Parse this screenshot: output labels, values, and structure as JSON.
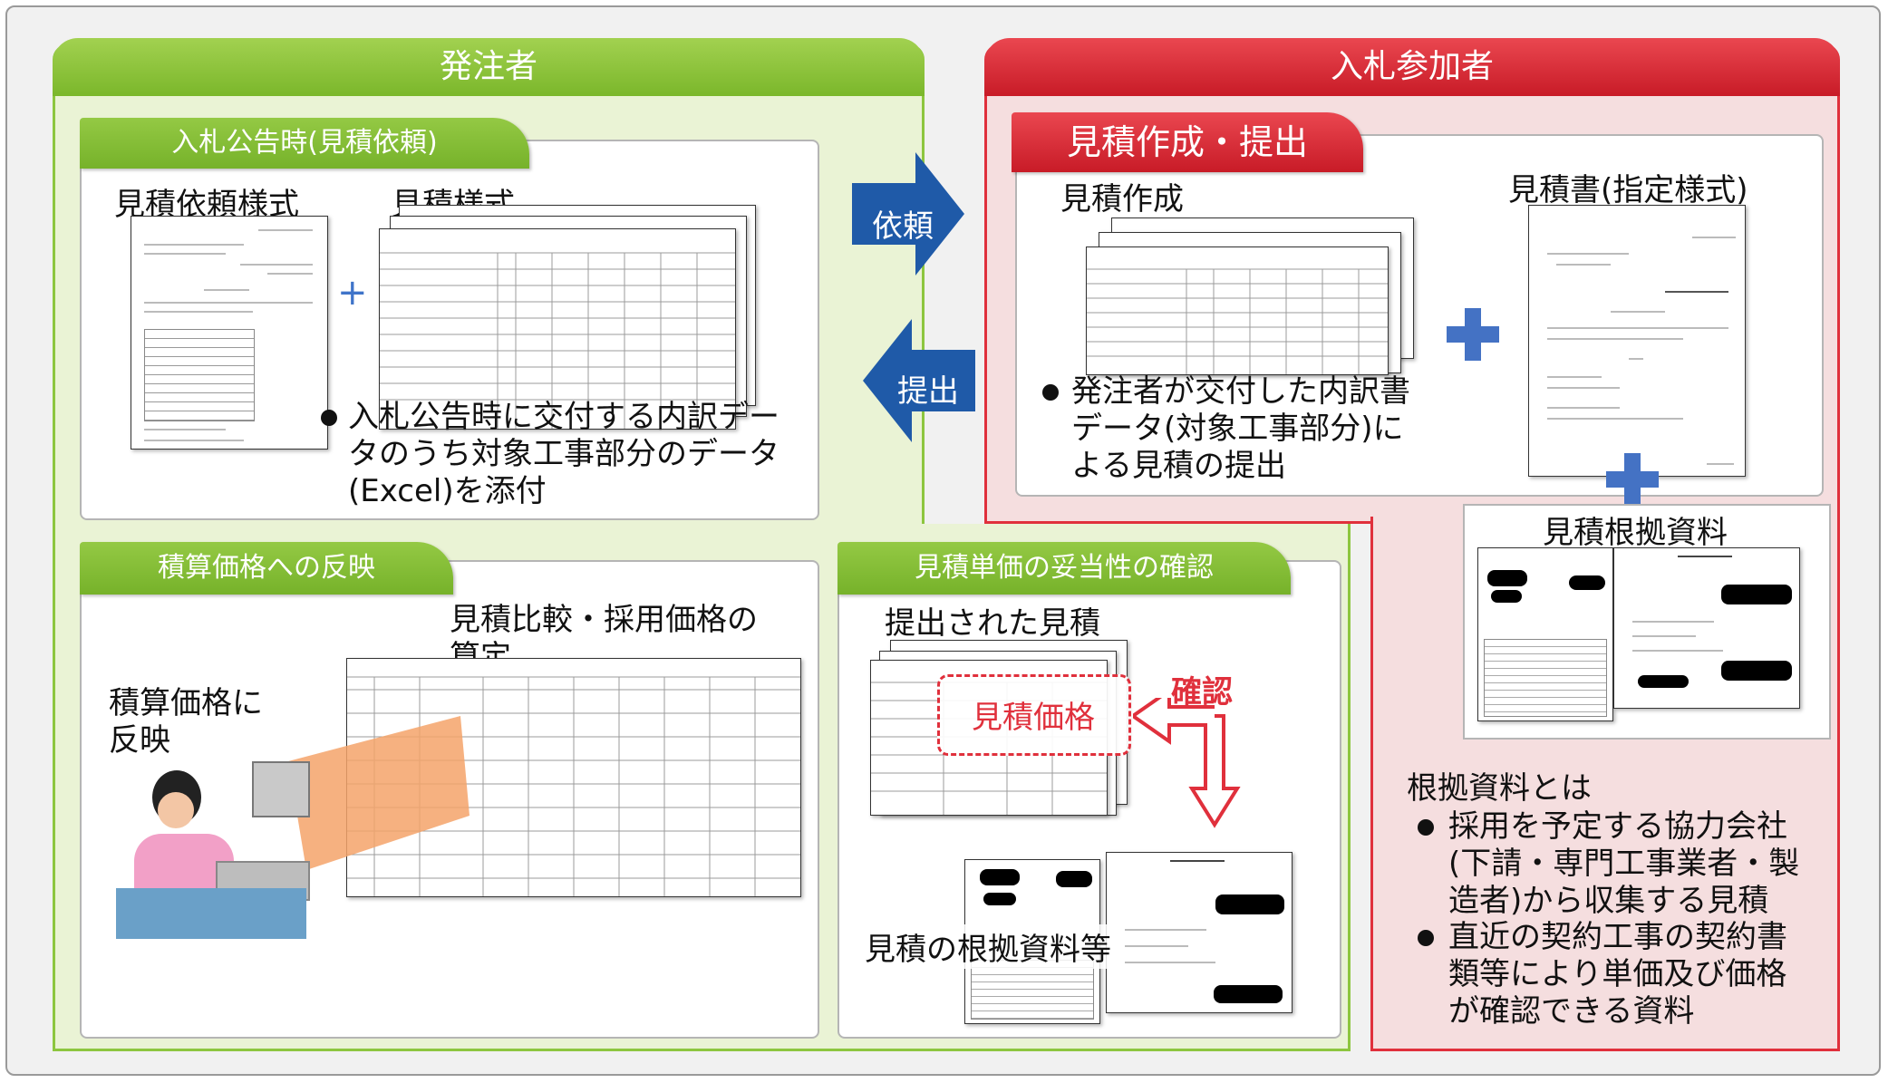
{
  "orderer": {
    "header": "発注者",
    "bid_announce": {
      "tag": "入札公告時(見積依頼)",
      "request_form_label": "見積依頼様式",
      "estimate_form_label": "見積様式",
      "note": "入札公告時に交付する内訳データのうち対象工事部分のデータ(Excel)を添付",
      "note_lines": [
        "入札公告時に交付する内訳デー",
        "タのうち対象工事部分のデータ",
        "(Excel)を添付"
      ]
    },
    "reflect": {
      "tag": "積算価格への反映",
      "compare_label_lines": [
        "見積比較・採用価格の",
        "算定"
      ],
      "reflect_label_lines": [
        "積算価格に",
        "反映"
      ]
    },
    "check": {
      "tag": "見積単価の妥当性の確認",
      "submitted_label": "提出された見積",
      "price_label": "見積価格",
      "confirm_label": "確認",
      "basis_label": "見積の根拠資料等"
    }
  },
  "flow": {
    "request_arrow": "依頼",
    "submit_arrow": "提出"
  },
  "bidder": {
    "header": "入札参加者",
    "create": {
      "tag": "見積作成・提出",
      "create_label": "見積作成",
      "note_lines": [
        "発注者が交付した内訳書",
        "データ(対象工事部分)に",
        "よる見積の提出"
      ],
      "designated_label": "見積書(指定様式)",
      "basis_label": "見積根拠資料"
    },
    "basis_definition": {
      "title": "根拠資料とは",
      "item1_lines": [
        "採用を予定する協力会社",
        "(下請・専門工事業者・製",
        "造者)から収集する見積"
      ],
      "item2_lines": [
        "直近の契約工事の契約書",
        "類等により単価及び価格",
        "が確認できる資料"
      ]
    }
  },
  "colors": {
    "green": "#8dc63f",
    "red": "#e0303c",
    "blue_arrow": "#1f5aa8",
    "blue_plus": "#4472c4",
    "orange": "#f5a36a"
  }
}
